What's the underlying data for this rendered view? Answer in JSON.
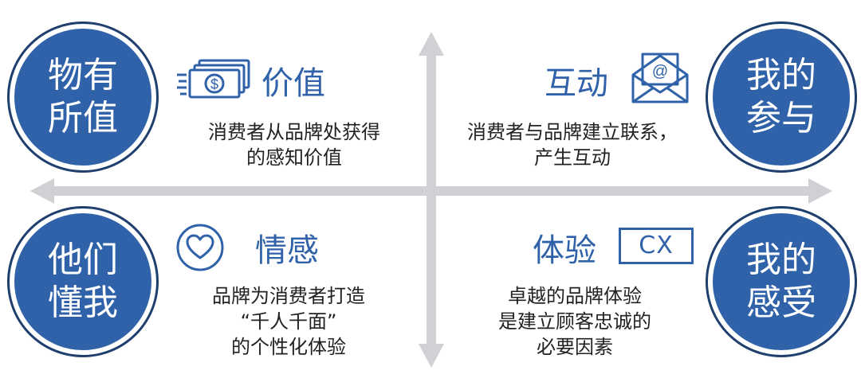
{
  "colors": {
    "primary": "#2f62a8",
    "arrow": "#cfd1d4",
    "ring": "#1f3f6e"
  },
  "quadrants": {
    "top_left": {
      "circle": [
        "物有",
        "所值"
      ],
      "heading": "价值",
      "icon": "money-stack-icon",
      "desc": [
        "消费者从品牌处获得",
        "的感知价值"
      ]
    },
    "top_right": {
      "circle": [
        "我的",
        "参与"
      ],
      "heading": "互动",
      "icon": "email-envelope-icon",
      "desc": [
        "消费者与品牌建立联系，",
        "产生互动"
      ]
    },
    "bottom_left": {
      "circle": [
        "他们",
        "懂我"
      ],
      "heading": "情感",
      "icon": "heart-circle-icon",
      "desc": [
        "品牌为消费者打造",
        "“千人千面”",
        "的个性化体验"
      ]
    },
    "bottom_right": {
      "circle": [
        "我的",
        "感受"
      ],
      "heading": "体验",
      "badge": "CX",
      "desc": [
        "卓越的品牌体验",
        "是建立顾客忠诚的",
        "必要因素"
      ]
    }
  }
}
